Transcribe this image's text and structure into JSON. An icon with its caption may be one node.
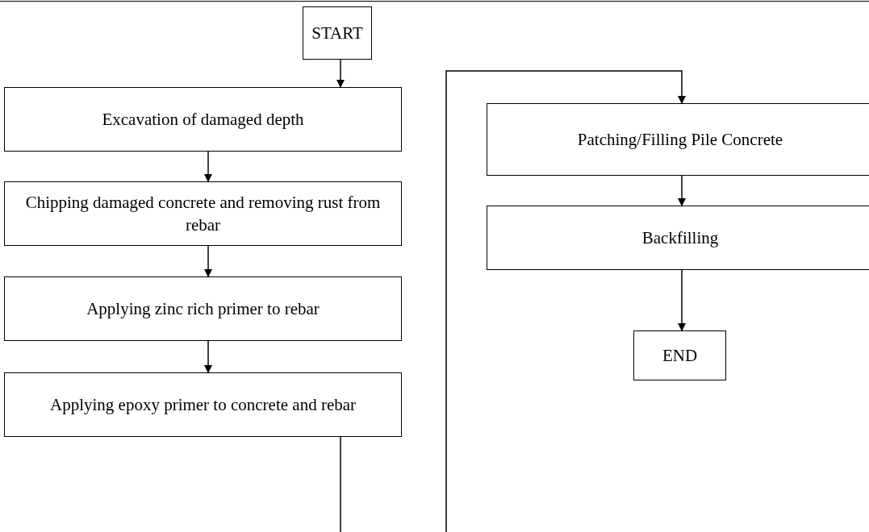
{
  "diagram": {
    "nodes": [
      {
        "text": [
          "START"
        ]
      },
      {
        "text": [
          "Excavation of damaged depth"
        ]
      },
      {
        "text": [
          "Chipping damaged concrete and removing rust from rebar"
        ]
      },
      {
        "text": [
          "Applying zinc rich primer to rebar"
        ]
      },
      {
        "text": [
          "Applying epoxy primer to concrete and rebar"
        ]
      },
      {
        "text": [
          "Patching/Filling Pile Concrete"
        ]
      },
      {
        "text": [
          "Backfilling"
        ]
      },
      {
        "text": [
          "END"
        ]
      }
    ],
    "edges": [
      {
        "from": 0,
        "to": 1,
        "arrow": "to"
      },
      {
        "from": 1,
        "to": 2,
        "arrow": "to"
      },
      {
        "from": 2,
        "to": 3,
        "arrow": "to"
      },
      {
        "from": 3,
        "to": 4,
        "arrow": "to"
      },
      {
        "from": 4,
        "to": 5,
        "arrow": "to"
      },
      {
        "from": 5,
        "to": 6,
        "arrow": "to"
      },
      {
        "from": 6,
        "to": 7,
        "arrow": "to"
      }
    ]
  }
}
